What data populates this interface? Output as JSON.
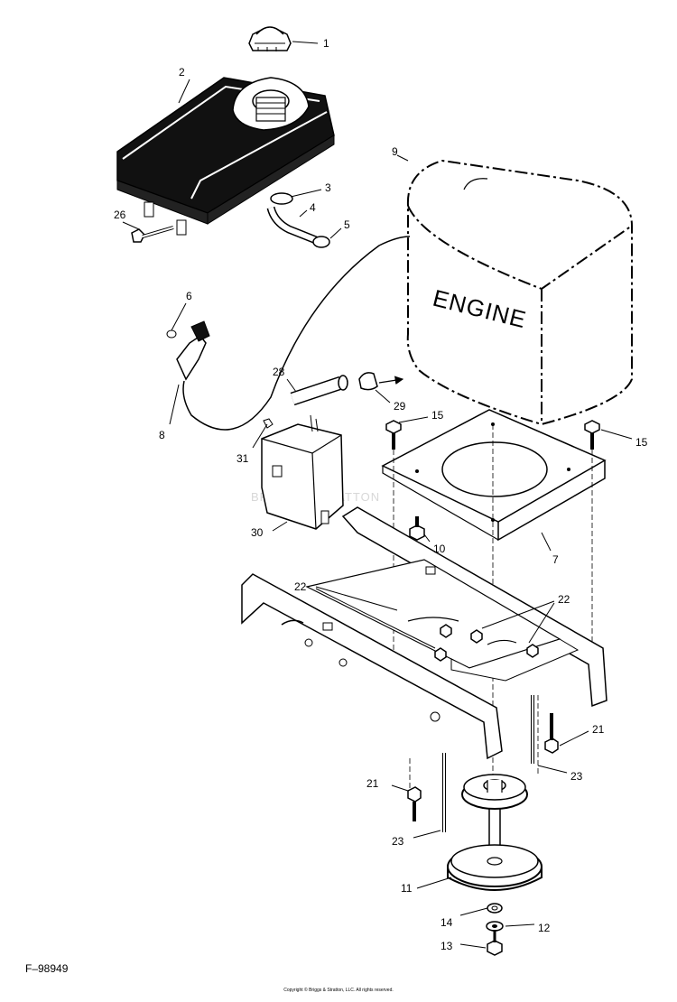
{
  "figure_id": "F–98949",
  "copyright": "Copyright © Briggs & Stratton, LLC. All rights reserved.",
  "engine_label": "ENGINE",
  "watermark": "BRIGGS&STRATTON",
  "callouts": {
    "c1": "1",
    "c2": "2",
    "c3": "3",
    "c4": "4",
    "c5": "5",
    "c6": "6",
    "c7": "7",
    "c8": "8",
    "c9": "9",
    "c10": "10",
    "c11": "11",
    "c12": "12",
    "c13": "13",
    "c14": "14",
    "c15a": "15",
    "c15b": "15",
    "c21a": "21",
    "c21b": "21",
    "c22a": "22",
    "c22b": "22",
    "c23a": "23",
    "c23b": "23",
    "c26": "26",
    "c28": "28",
    "c29": "29",
    "c30": "30",
    "c31": "31"
  }
}
